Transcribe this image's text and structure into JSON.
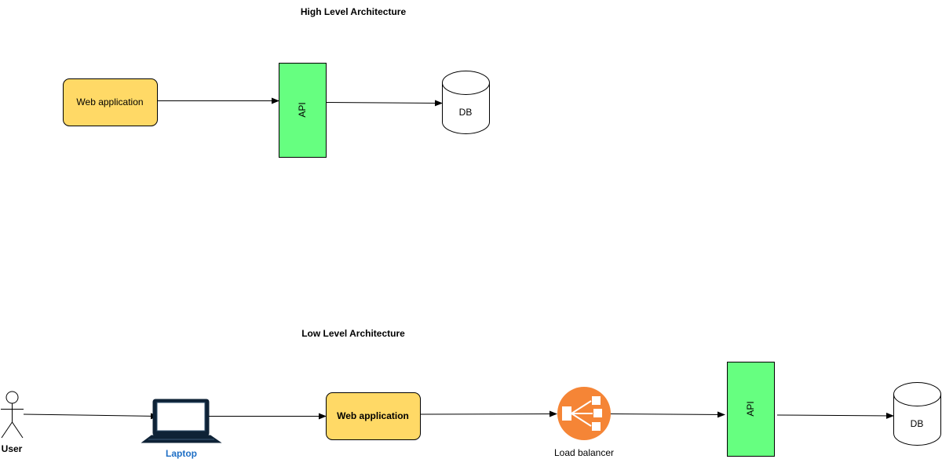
{
  "high_level": {
    "title": "High Level Architecture",
    "web_app_label": "Web application",
    "api_label": "API",
    "db_label": "DB"
  },
  "low_level": {
    "title": "Low Level Architecture",
    "user_label": "User",
    "laptop_label": "Laptop",
    "web_app_label": "Web application",
    "load_balancer_label": "Load balancer",
    "api_label": "API",
    "db_label": "DB"
  },
  "colors": {
    "web_app_fill": "#FFD966",
    "api_fill": "#66FF80",
    "load_balancer": "#F58536",
    "laptop_label": "#1F6FC5",
    "stroke": "#000000"
  }
}
